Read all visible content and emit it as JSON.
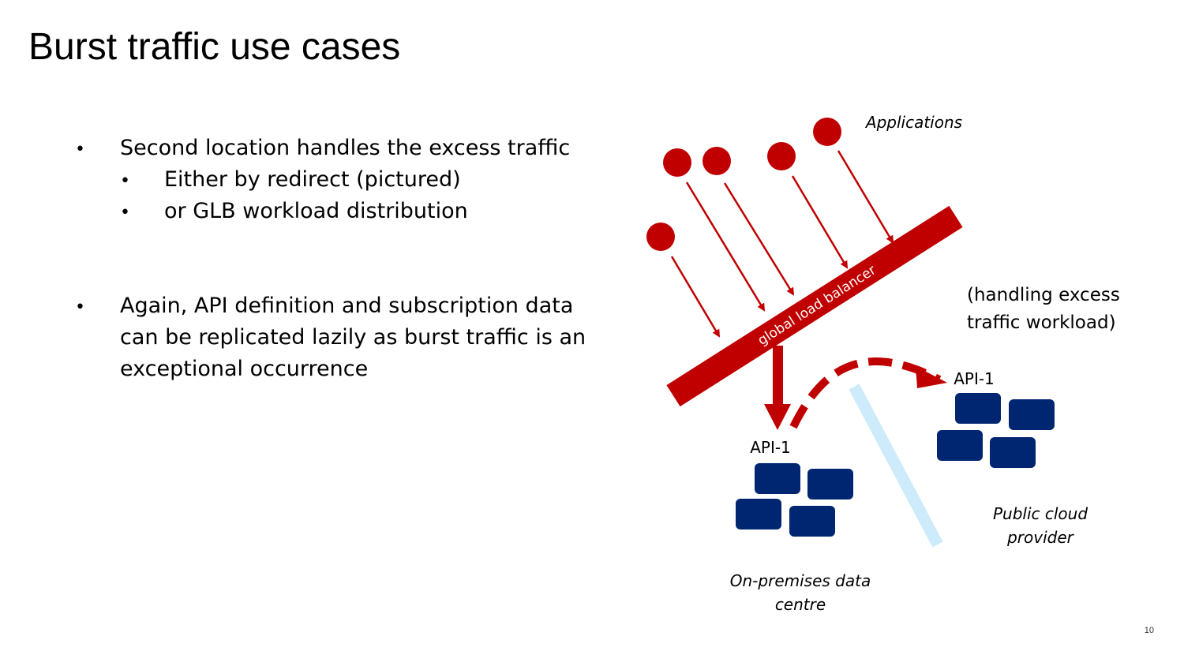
{
  "slide": {
    "title": "Burst traffic use cases",
    "page_number": "10"
  },
  "bullets": {
    "b1": "Second location handles the excess traffic",
    "b1_sub1": "Either by redirect (pictured)",
    "b1_sub2": "or GLB workload distribution",
    "b2_line1": "Again, API definition and subscription data",
    "b2_line2": "can be replicated lazily as burst traffic is an",
    "b2_line3": "exceptional occurrence"
  },
  "diagram": {
    "applications_label": "Applications",
    "glb_label": "global load balancer",
    "handling_line1": "(handling excess",
    "handling_line2": "traffic workload)",
    "onprem_api_label": "API-1",
    "cloud_api_label": "API-1",
    "onprem_line1": "On-premises data",
    "onprem_line2": "centre",
    "cloud_line1": "Public cloud",
    "cloud_line2": "provider"
  },
  "colors": {
    "red": "#C00000",
    "navy": "#002671",
    "divider": "#CDEBFA"
  }
}
